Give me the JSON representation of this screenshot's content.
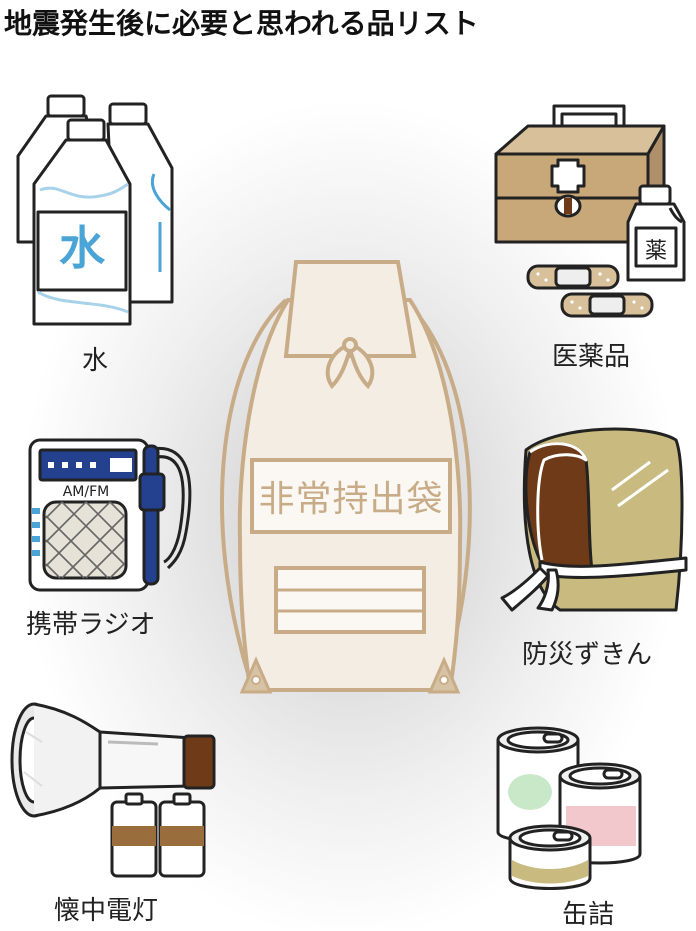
{
  "title": "地震発生後に必要と思われる品リスト",
  "bag_label": "非常持出袋",
  "items": {
    "water": {
      "label": "水",
      "bottle_text": "水"
    },
    "medicine": {
      "label": "医薬品",
      "bottle_text": "薬"
    },
    "radio": {
      "label": "携帯ラジオ",
      "band_text": "AM/FM"
    },
    "hood": {
      "label": "防災ずきん"
    },
    "flashlight": {
      "label": "懐中電灯"
    },
    "cans": {
      "label": "缶詰"
    }
  },
  "colors": {
    "bag": "#f3ede4",
    "bag_outline": "#c8ac88",
    "radio_blue": "#23418f",
    "water_blue": "#4aa4d6",
    "kit_tan": "#c8a878",
    "hood_olive": "#c9bb80",
    "hood_brown": "#6e3a18"
  },
  "icons": [
    "water-bottle-icon",
    "first-aid-kit-icon",
    "radio-icon",
    "hood-icon",
    "flashlight-icon",
    "battery-icon",
    "can-icon",
    "emergency-bag-icon"
  ]
}
